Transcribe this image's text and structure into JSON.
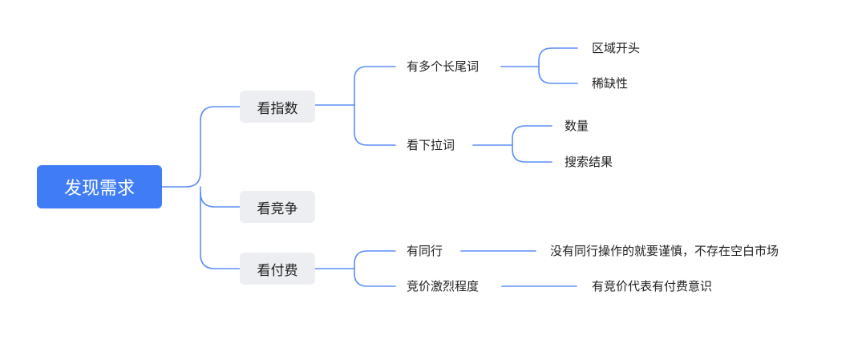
{
  "diagram": {
    "root": {
      "label": "发现需求"
    },
    "branches": [
      {
        "label": "看指数",
        "children": [
          {
            "label": "有多个长尾词",
            "children": [
              "区域开头",
              "稀缺性"
            ]
          },
          {
            "label": "看下拉词",
            "children": [
              "数量",
              "搜索结果"
            ]
          }
        ]
      },
      {
        "label": "看竞争",
        "children": []
      },
      {
        "label": "看付费",
        "children": [
          {
            "label": "有同行",
            "children": [
              "没有同行操作的就要谨慎，不存在空白市场"
            ]
          },
          {
            "label": "竞价激烈程度",
            "children": [
              "有竞价代表有付费意识"
            ]
          }
        ]
      }
    ]
  },
  "colors": {
    "root_fill": "#3f7cf5",
    "root_text": "#ffffff",
    "branch_fill": "#eceef1",
    "connector": "#5b8df6",
    "text": "#1f1f1f",
    "background": "#ffffff"
  }
}
